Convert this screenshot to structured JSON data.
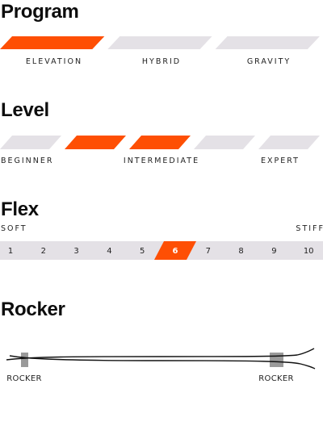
{
  "colors": {
    "active": "#fe4f04",
    "inactive": "#e4e1e6",
    "flex_bar": "#e4e1e6",
    "rocker_marker": "#9a9a9a"
  },
  "program": {
    "title": "Program",
    "options": [
      "ELEVATION",
      "HYBRID",
      "GRAVITY"
    ],
    "selected_index": 0
  },
  "level": {
    "title": "Level",
    "labels": [
      "BEGINNER",
      "INTERMEDIATE",
      "EXPERT"
    ],
    "segment_count": 5,
    "active_segments": [
      1,
      2
    ]
  },
  "flex": {
    "title": "Flex",
    "soft_label": "SOFT",
    "stiff_label": "STIFF",
    "values": [
      "1",
      "2",
      "3",
      "4",
      "5",
      "6",
      "7",
      "8",
      "9",
      "10"
    ],
    "selected_value": "6"
  },
  "rocker": {
    "title": "Rocker",
    "tip_label": "ROCKER",
    "tail_label": "ROCKER",
    "marker_icon": "rocker-zone-marker"
  }
}
